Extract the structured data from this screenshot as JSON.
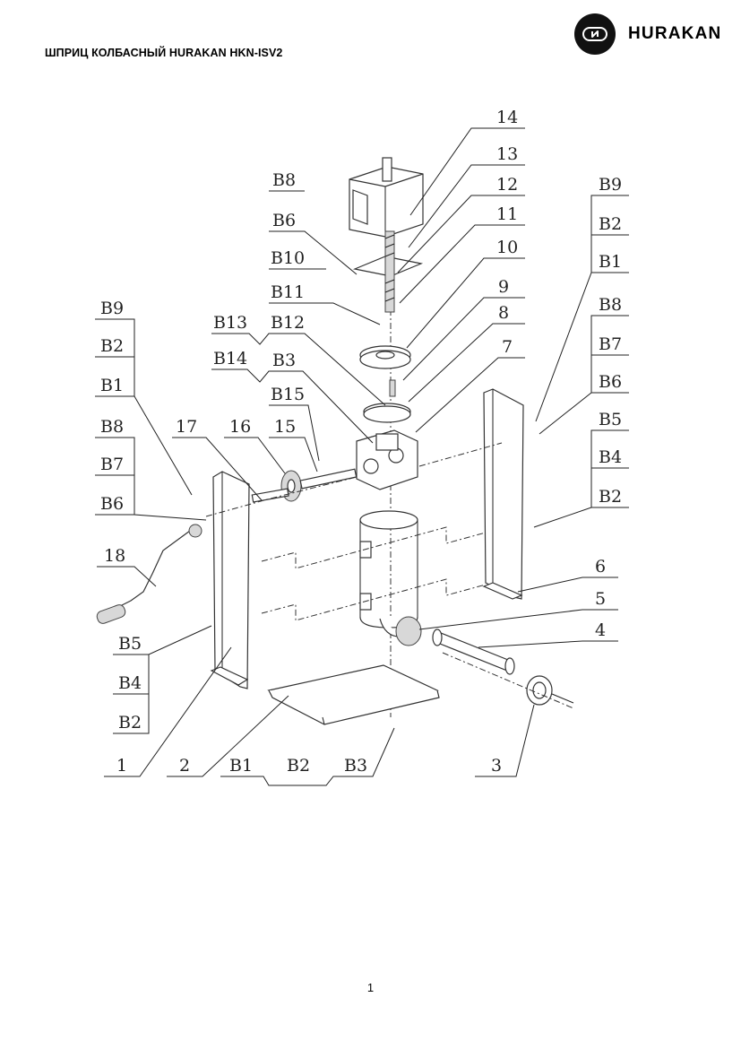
{
  "document": {
    "title": "ШПРИЦ КОЛБАСНЫЙ HURAKAN HKN-ISV2",
    "brand_name": "HURAKAN",
    "page_number": "1"
  },
  "icons": {
    "logo": "hurakan-logo-icon"
  },
  "colors": {
    "logo_bg": "#111111",
    "line": "#222222"
  },
  "labels": {
    "top_14": "14",
    "top_13": "13",
    "top_12": "12",
    "top_11": "11",
    "top_10": "10",
    "top_9": "9",
    "top_8": "8",
    "top_7": "7",
    "lt_b8": "B8",
    "lt_b6": "B6",
    "lt_b10": "B10",
    "lt_b11": "B11",
    "lt_b13": "B13",
    "lt_b12": "B12",
    "lt_b14": "B14",
    "lt_b3": "B3",
    "lt_b15": "B15",
    "l_b9": "B9",
    "l_b2": "B2",
    "l_b1": "B1",
    "l_b8": "B8",
    "l_b7": "B7",
    "l_b6": "B6",
    "l_17": "17",
    "l_16": "16",
    "l_15": "15",
    "l_18": "18",
    "l_b5": "B5",
    "l_b4": "B4",
    "l_b2b": "B2",
    "r_b9": "B9",
    "r_b2": "B2",
    "r_b1": "B1",
    "r_b8": "B8",
    "r_b7": "B7",
    "r_b6": "B6",
    "r_b5": "B5",
    "r_b4": "B4",
    "r_b2b": "B2",
    "r_6": "6",
    "r_5": "5",
    "r_4": "4",
    "b_1": "1",
    "b_2": "2",
    "b_b1": "B1",
    "b_b2": "B2",
    "b_b3": "B3",
    "b_3": "3"
  }
}
